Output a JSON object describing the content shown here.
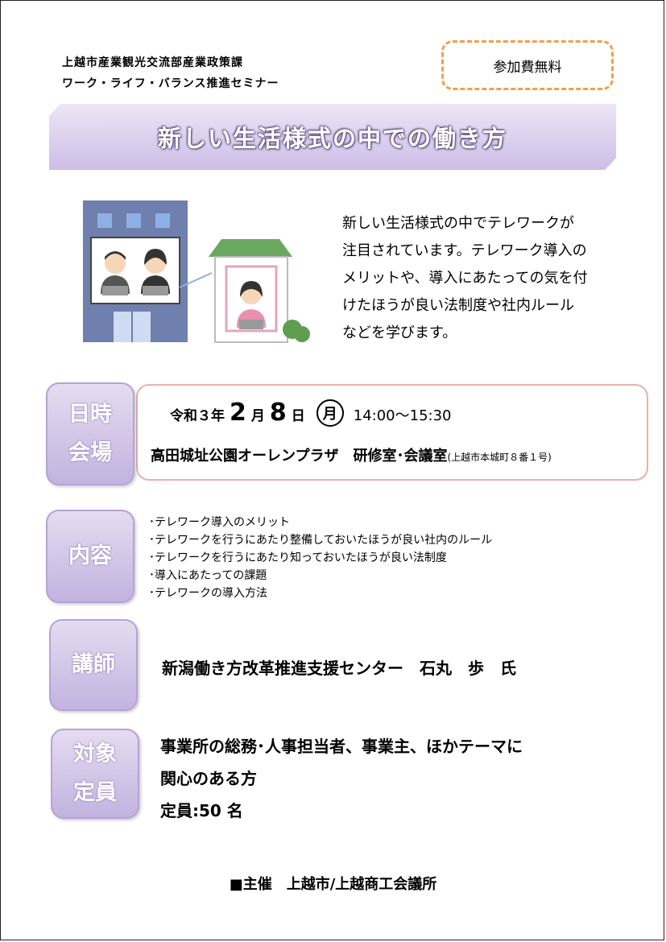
{
  "header": {
    "org_line1": "上越市産業観光交流部産業政策課",
    "org_line2": "ワーク・ライフ・バランス推進セミナー",
    "fee_label": "参加費無料"
  },
  "title": "新しい生活様式の中での働き方",
  "intro_lines": [
    "新しい生活様式の中でテレワークが",
    "注目されています。テレワーク導入の",
    "メリットや、導入にあたっての気を付",
    "けたほうが良い法制度や社内ルール",
    "などを学びます。"
  ],
  "schedule": {
    "label1": "日時",
    "label2": "会場",
    "era": "令和３年",
    "month": "2",
    "month_unit": "月",
    "day": "8",
    "day_unit": "日",
    "weekday": "月",
    "time": "14:00～15:30",
    "venue": "高田城址公園オーレンプラザ　研修室･会議室",
    "venue_address": "(上越市本城町８番１号)"
  },
  "content": {
    "label": "内容",
    "items": [
      "･テレワーク導入のメリット",
      "･テレワークを行うにあたり整備しておいたほうが良い社内のルール",
      "･テレワークを行うにあたり知っておいたほうが良い法制度",
      "･導入にあたっての課題",
      "･テレワークの導入方法"
    ]
  },
  "speaker": {
    "label": "講師",
    "name": "新潟働き方改革推進支援センター　石丸　歩　氏"
  },
  "target": {
    "label1": "対象",
    "label2": "定員",
    "line1": "事業所の総務･人事担当者、事業主、ほかテーマに",
    "line2": "関心のある方",
    "capacity": "定員:50 名"
  },
  "footer": "■主催　上越市/上越商工会議所",
  "colors": {
    "accent_purple": "#c8b8e4",
    "fee_border": "#f0a04a",
    "info_border": "#e8b0b0",
    "building": "#6f7fae",
    "roof_green": "#6aa860"
  }
}
